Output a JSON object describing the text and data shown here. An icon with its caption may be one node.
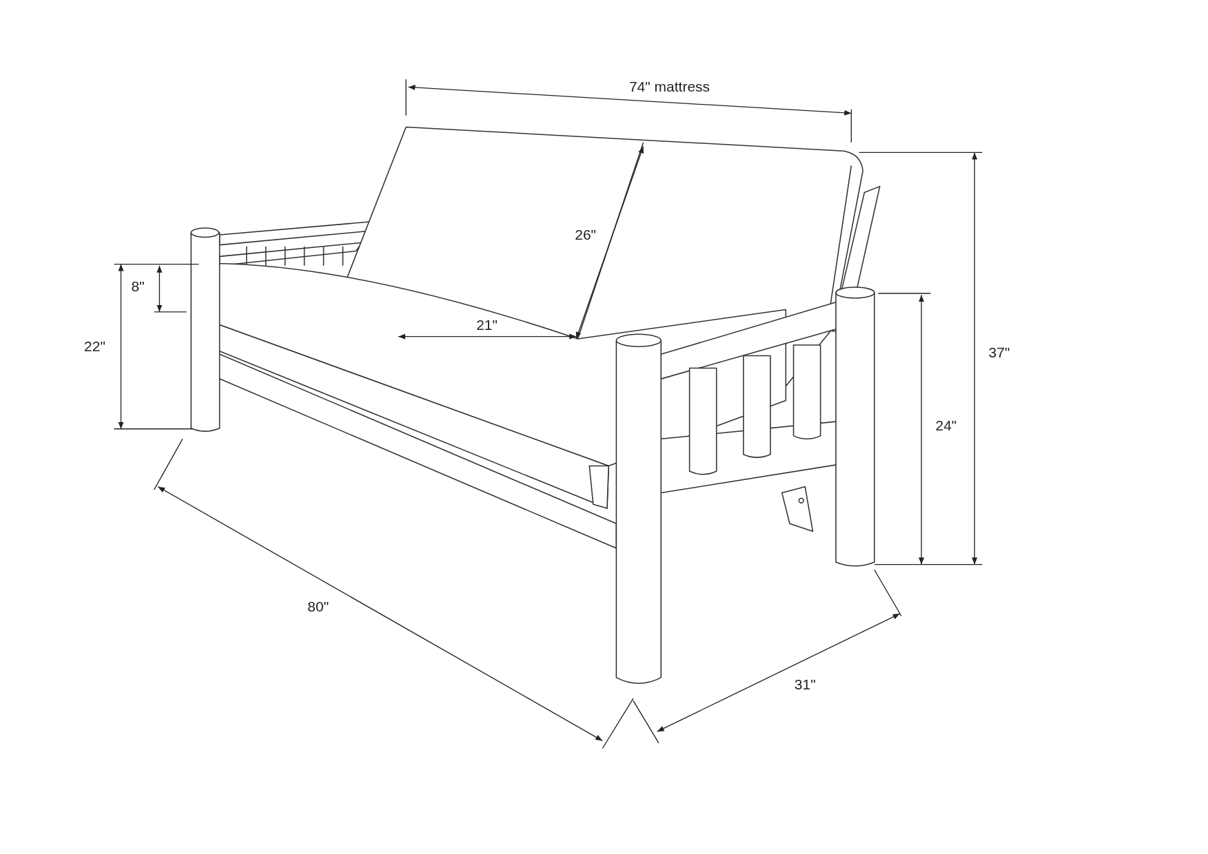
{
  "diagram": {
    "labels": [
      "74\" mattress",
      "26\"",
      "8\"",
      "21\"",
      "22\"",
      "37\"",
      "24\"",
      "80\"",
      "31\""
    ]
  }
}
